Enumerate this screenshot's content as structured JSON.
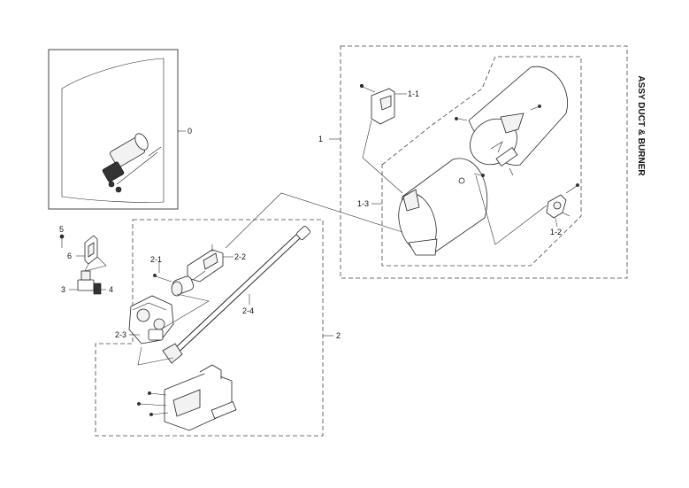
{
  "title": "ASSY DUCT & BURNER",
  "callouts": {
    "c0": "0",
    "c1": "1",
    "c1_1": "1-1",
    "c1_2": "1-2",
    "c1_3": "1-3",
    "c2": "2",
    "c2_1": "2-1",
    "c2_2": "2-2",
    "c2_3": "2-3",
    "c2_4": "2-4",
    "c3": "3",
    "c4": "4",
    "c5": "5",
    "c6": "6"
  }
}
